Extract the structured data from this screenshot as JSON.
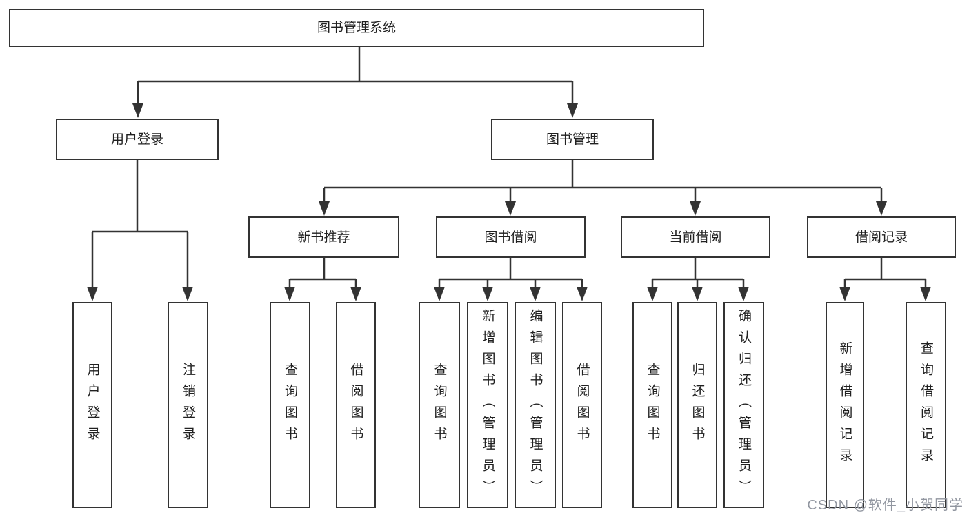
{
  "colors": {
    "line": "#333333",
    "box_border": "#333333",
    "text": "#202020",
    "background": "#ffffff",
    "watermark": "#9196a0"
  },
  "watermark": {
    "text": "CSDN @软件_小贺同学"
  },
  "tree": {
    "root": "图书管理系统",
    "branches": [
      {
        "label": "用户登录",
        "children": [
          "用户登录",
          "注销登录"
        ]
      },
      {
        "label": "图书管理",
        "groups": [
          {
            "label": "新书推荐",
            "children": [
              "查询图书",
              "借阅图书"
            ]
          },
          {
            "label": "图书借阅",
            "children": [
              "查询图书",
              "新增图书（管理员）",
              "编辑图书（管理员）",
              "借阅图书"
            ]
          },
          {
            "label": "当前借阅",
            "children": [
              "查询图书",
              "归还图书",
              "确认归还（管理员）"
            ]
          },
          {
            "label": "借阅记录",
            "children": [
              "新增借阅记录",
              "查询借阅记录"
            ]
          }
        ]
      }
    ]
  }
}
